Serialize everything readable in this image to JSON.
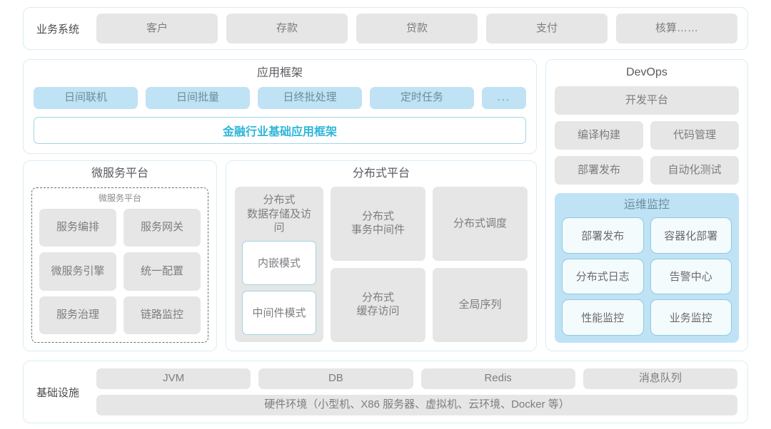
{
  "business": {
    "label": "业务系统",
    "items": [
      "客户",
      "存款",
      "贷款",
      "支付",
      "核算……"
    ]
  },
  "app_framework": {
    "title": "应用框架",
    "tiles": [
      "日间联机",
      "日间批量",
      "日终批处理",
      "定时任务",
      "..."
    ],
    "base_framework": "金融行业基础应用框架"
  },
  "micro_platform": {
    "title": "微服务平台",
    "inner_title": "微服务平台",
    "items": [
      "服务编排",
      "服务网关",
      "微服务引擎",
      "统一配置",
      "服务治理",
      "链路监控"
    ]
  },
  "dist_platform": {
    "title": "分布式平台",
    "storage": {
      "title": "分布式\n数据存储及访问",
      "modes": [
        "内嵌模式",
        "中间件模式"
      ]
    },
    "items": [
      "分布式\n事务中间件",
      "分布式调度",
      "分布式\n缓存访问",
      "全局序列"
    ]
  },
  "devops": {
    "title": "DevOps",
    "dev_platform": "开发平台",
    "items": [
      "编译构建",
      "代码管理",
      "部署发布",
      "自动化测试"
    ],
    "ops_monitor": {
      "title": "运维监控",
      "items": [
        "部署发布",
        "容器化部署",
        "分布式日志",
        "告警中心",
        "性能监控",
        "业务监控"
      ]
    }
  },
  "infrastructure": {
    "label": "基础设施",
    "items": [
      "JVM",
      "DB",
      "Redis",
      "消息队列"
    ],
    "hardware": "硬件环境（小型机、X86 服务器、虚拟机、云环境、Docker 等）"
  },
  "colors": {
    "panel_border": "#d9edf4",
    "tile_gray": "#e6e6e6",
    "tile_blue": "#bfe2f4",
    "accent_cyan": "#2fb6d9",
    "text_gray": "#7d7d82"
  }
}
